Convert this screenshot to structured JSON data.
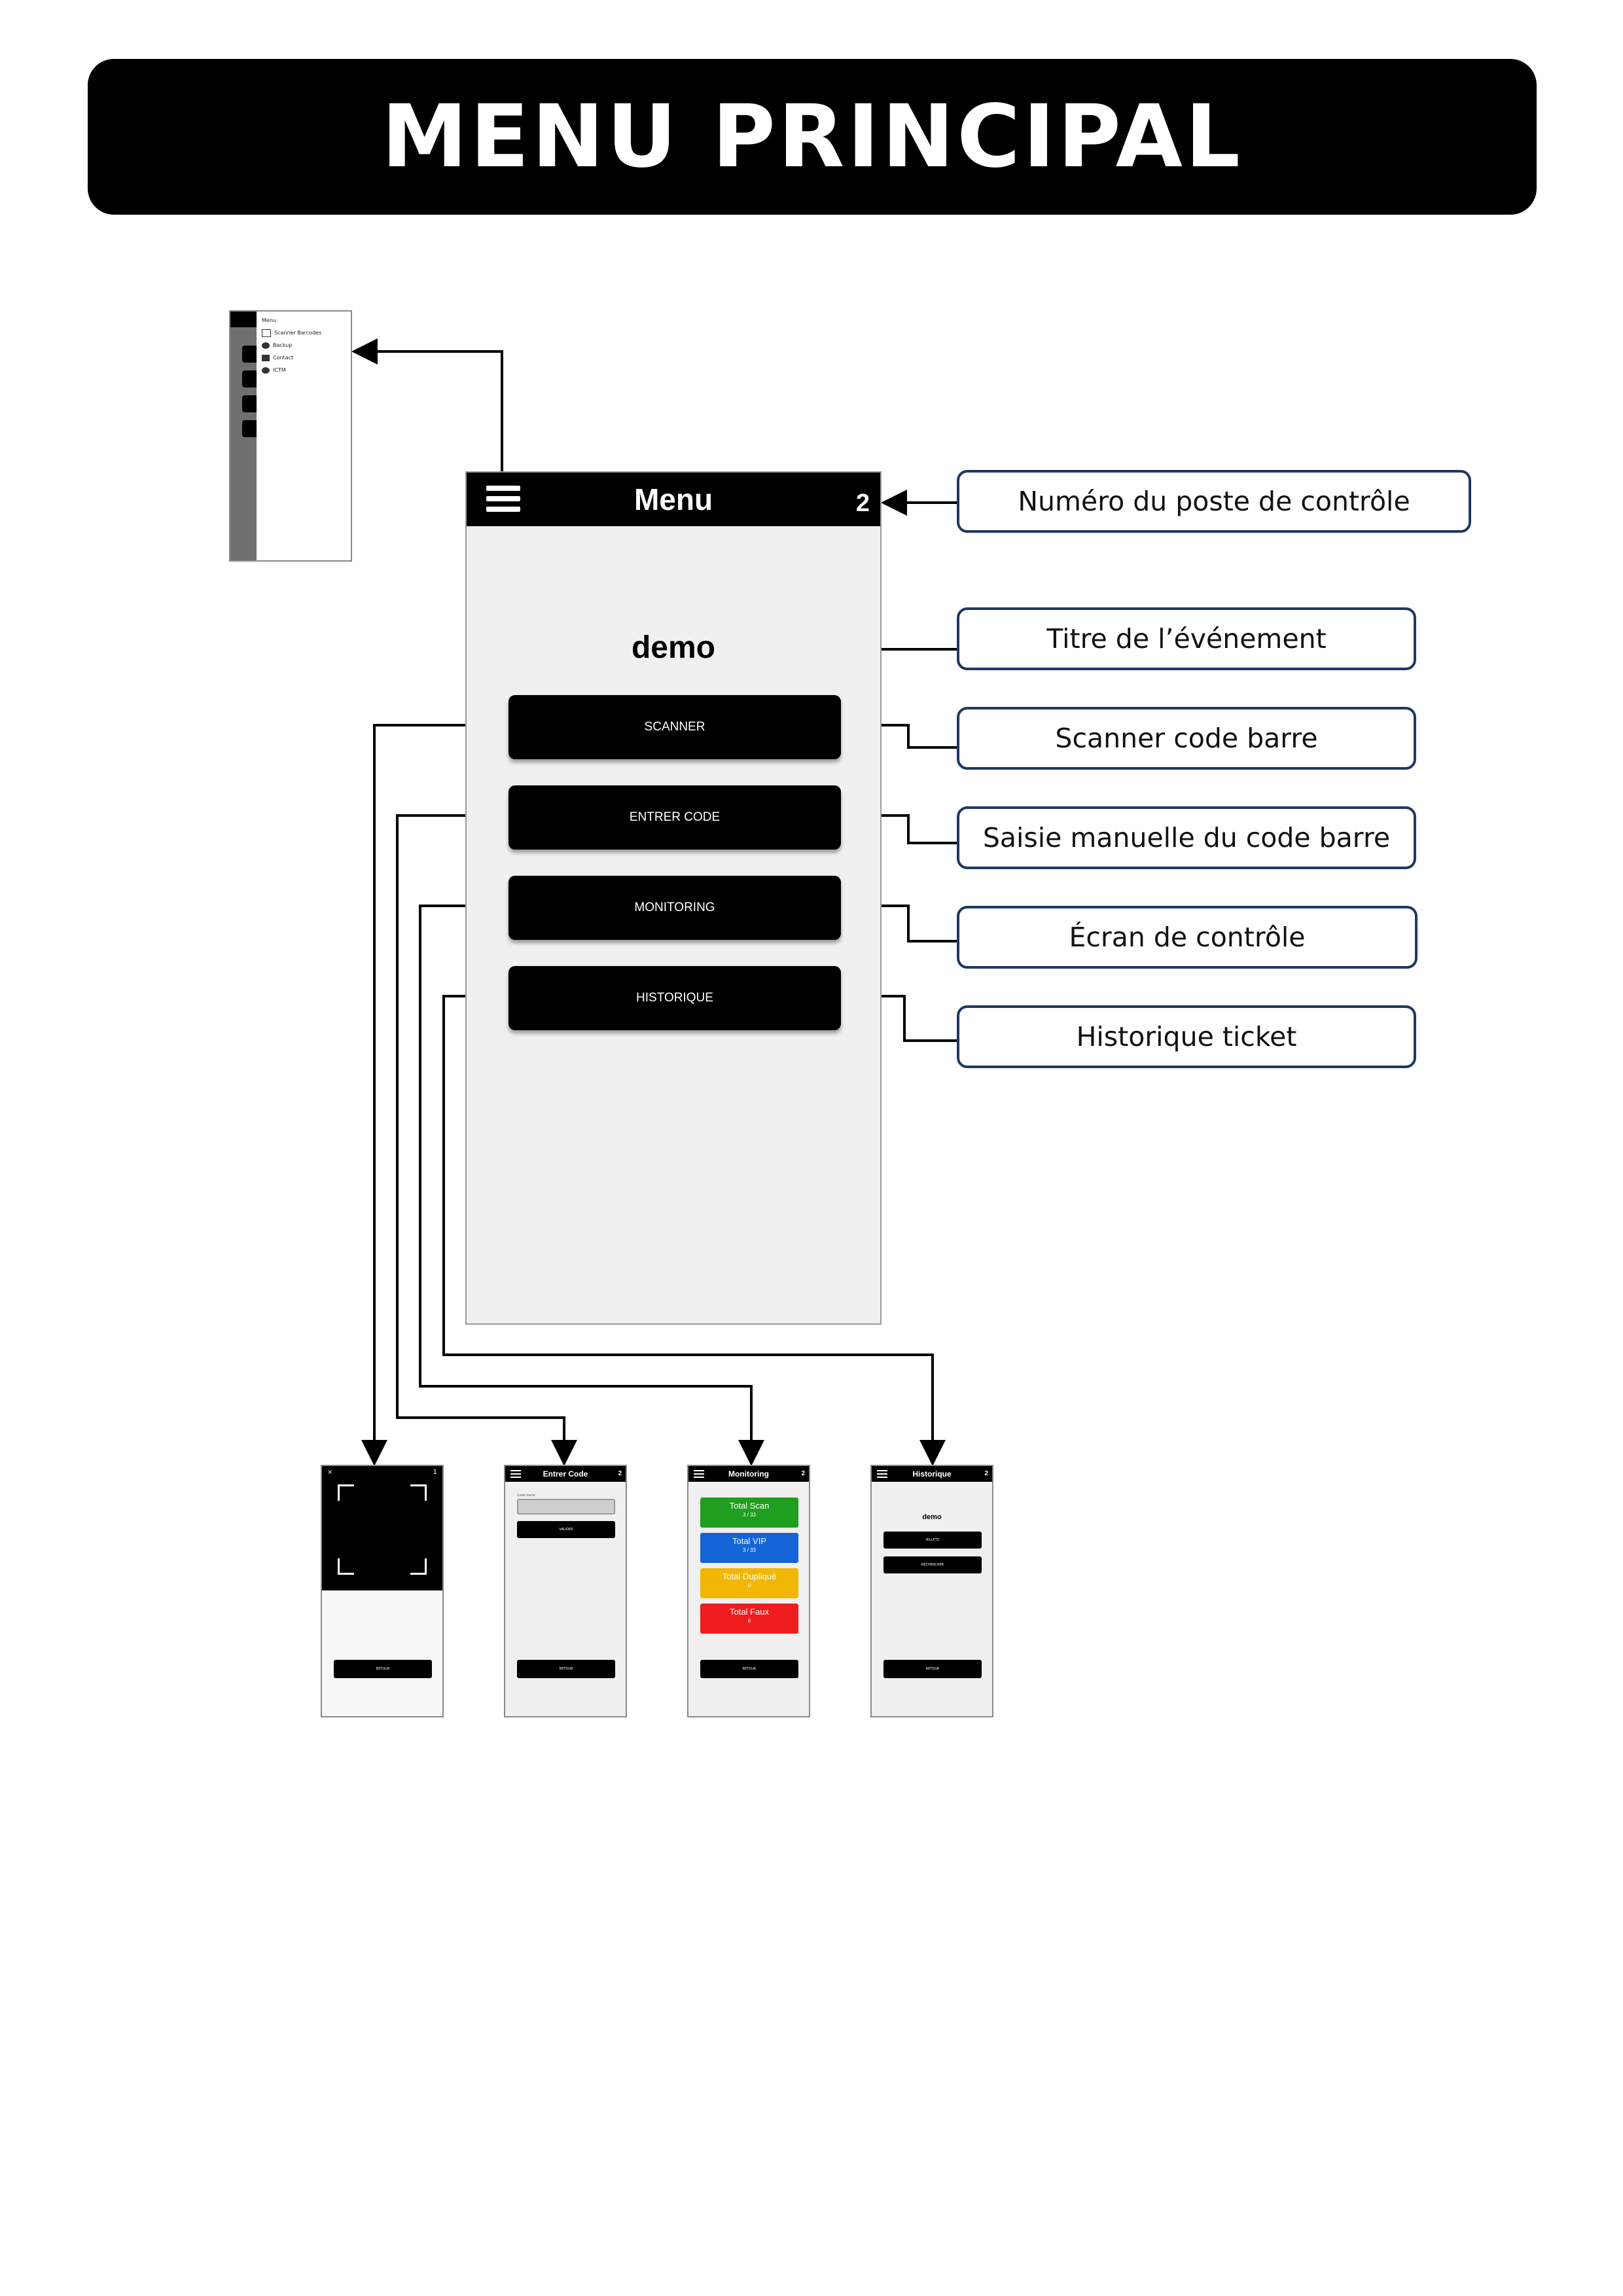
{
  "header": {
    "title": "MENU PRINCIPAL"
  },
  "main_screen": {
    "title": "Menu",
    "station_number": "2",
    "event_title": "demo",
    "buttons": {
      "scanner": "SCANNER",
      "enter_code": "ENTRER CODE",
      "monitoring": "MONITORING",
      "history": "HISTORIQUE"
    }
  },
  "callouts": {
    "station": "Numéro du poste de contrôle",
    "event": "Titre de l’événement",
    "scan": "Scanner code barre",
    "manual": "Saisie manuelle du code barre",
    "control": "Écran de contrôle",
    "history": "Historique ticket"
  },
  "drawer": {
    "header": "Menu",
    "items": [
      "Scanner Barcodes",
      "Backup",
      "Contact",
      "ICTM"
    ]
  },
  "thumbnails": {
    "scanner": {
      "close": "×",
      "number": "1",
      "back": "RETOUR"
    },
    "enter_code": {
      "title": "Entrer Code",
      "number": "2",
      "field_label": "Code barre",
      "validate": "VALIDER",
      "back": "RETOUR"
    },
    "monitoring": {
      "title": "Monitoring",
      "number": "2",
      "back": "RETOUR",
      "stats": [
        {
          "label": "Total Scan",
          "value": "3 / 33",
          "color": "#1f9e1f"
        },
        {
          "label": "Total VIP",
          "value": "3 / 33",
          "color": "#1565d8"
        },
        {
          "label": "Total Dupliqué",
          "value": "0",
          "color": "#f2b705"
        },
        {
          "label": "Total Faux",
          "value": "6",
          "color": "#ee1c1c"
        }
      ]
    },
    "history": {
      "title": "Historique",
      "number": "2",
      "event": "demo",
      "btn1": "BILLETS",
      "btn2": "RECHERCHER",
      "back": "RETOUR"
    }
  }
}
